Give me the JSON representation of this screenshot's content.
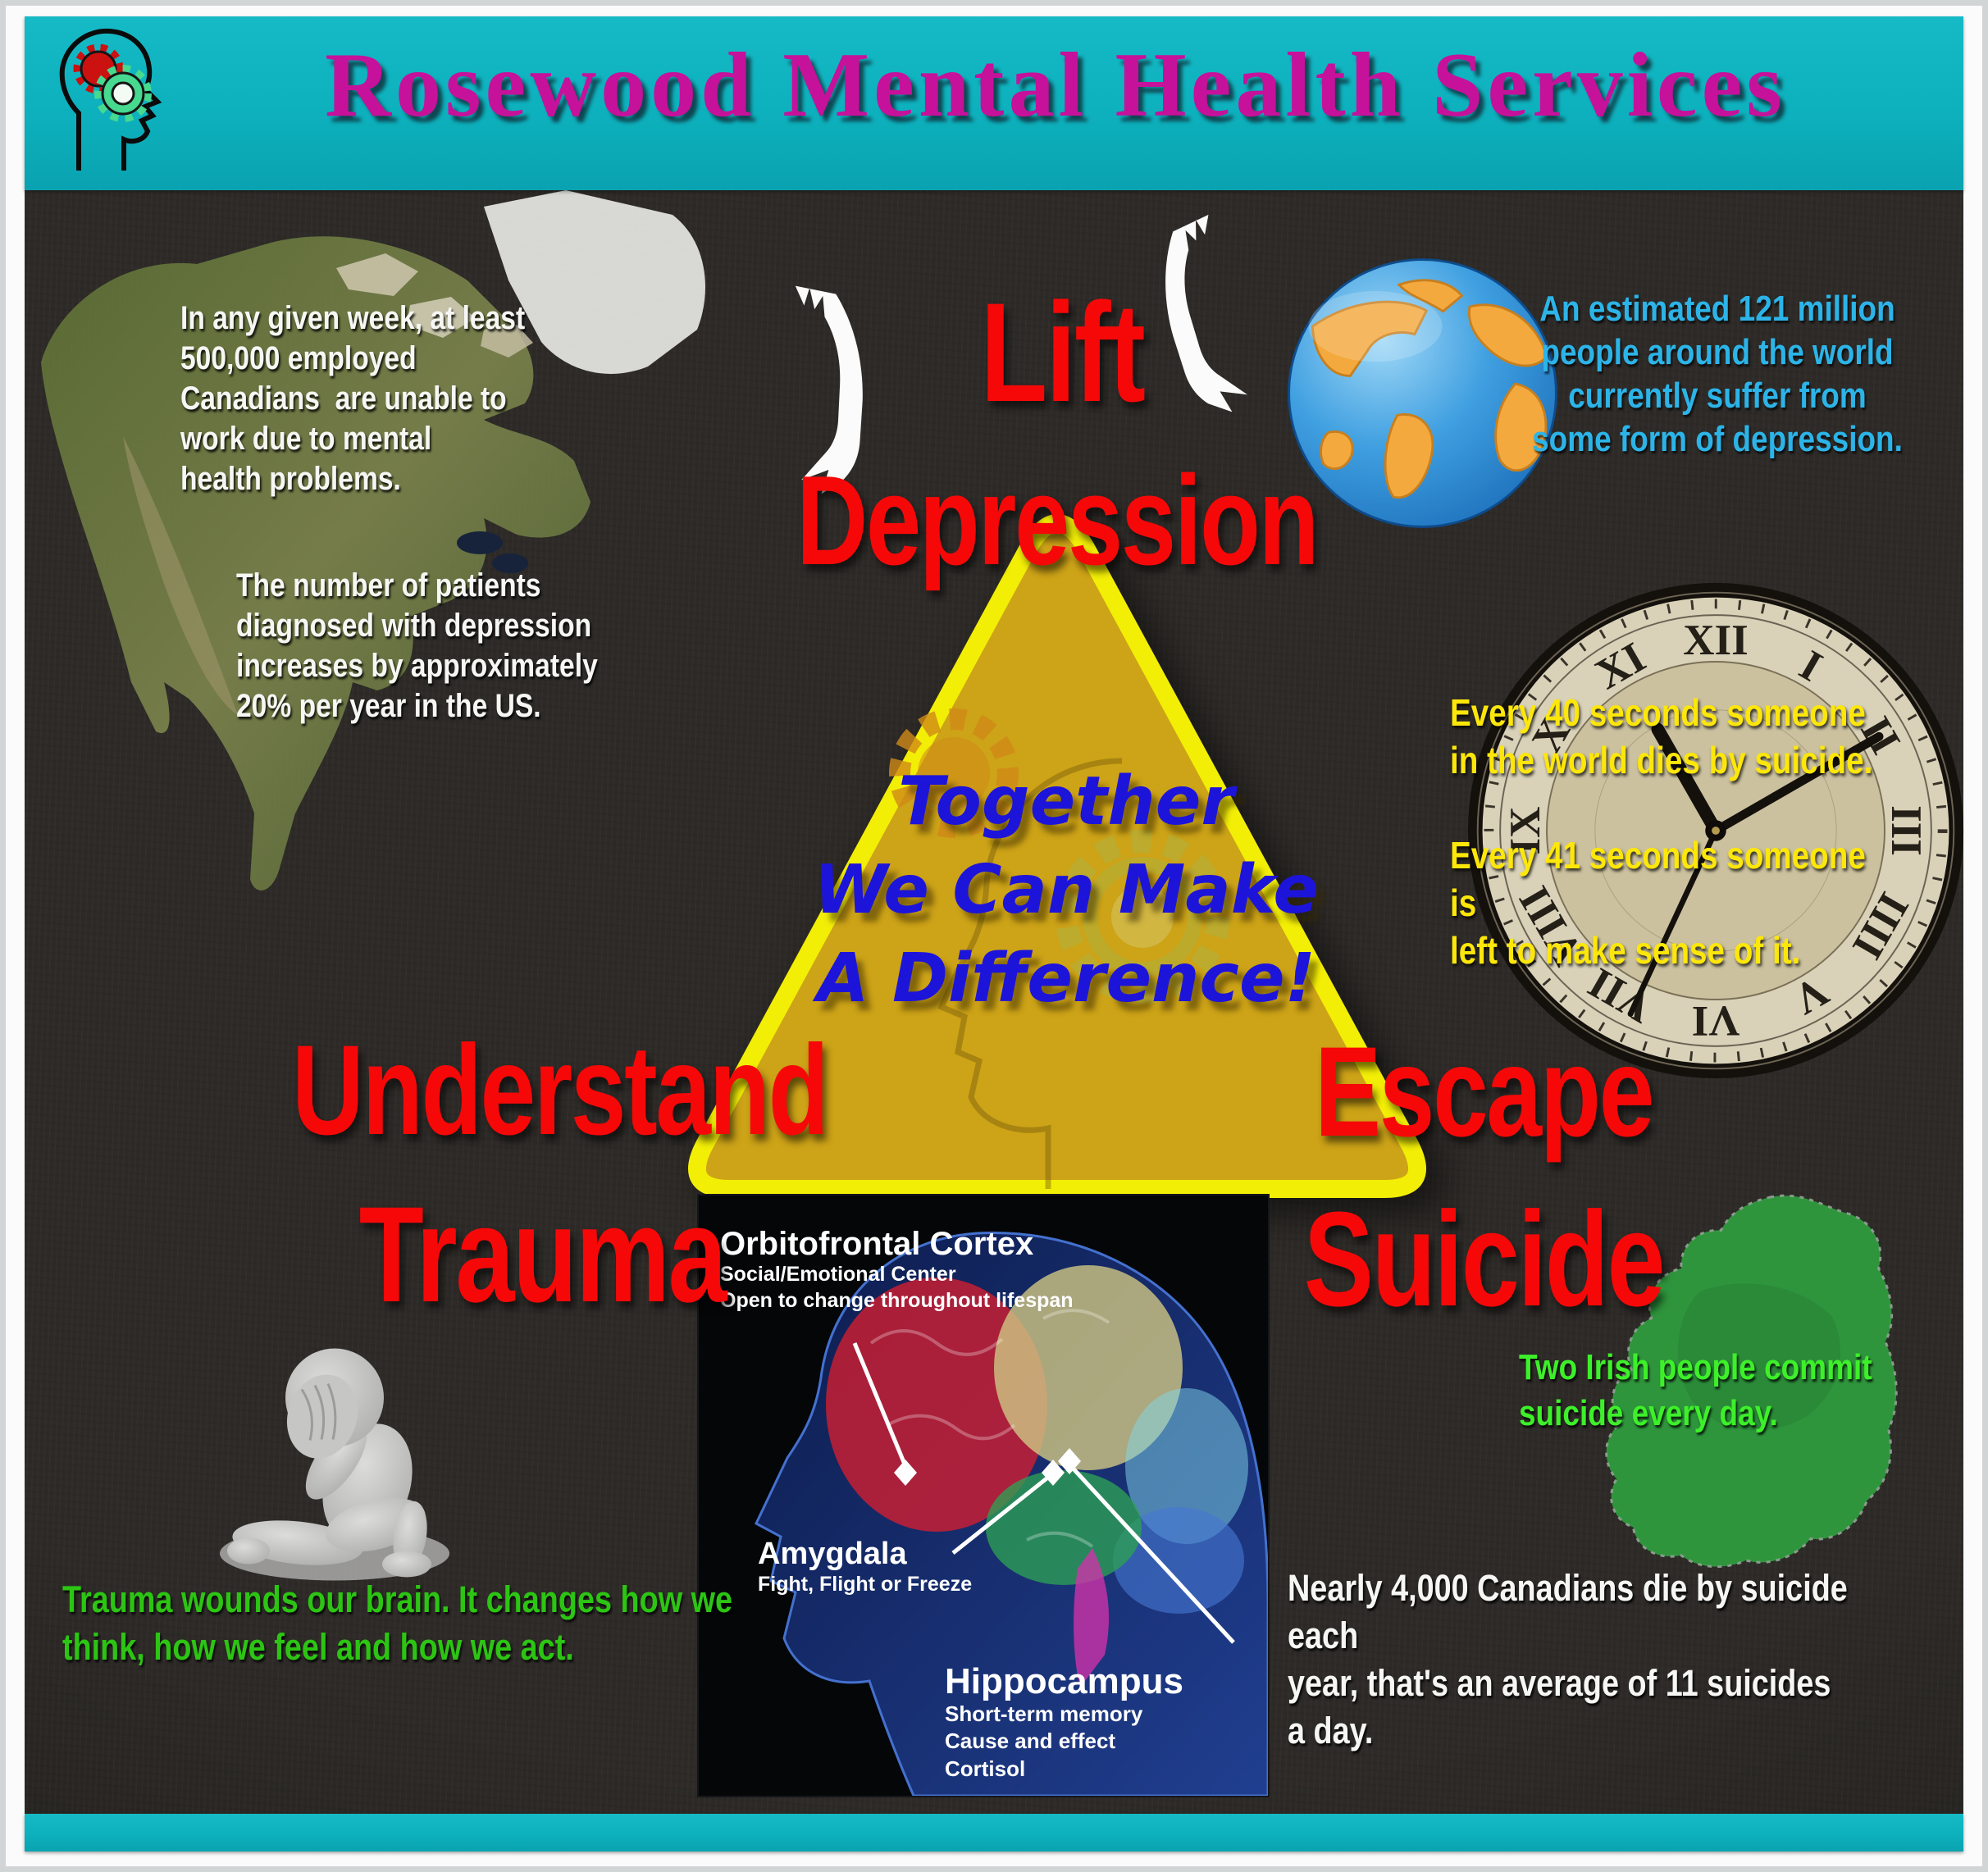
{
  "title": "Rosewood Mental Health Services",
  "colors": {
    "header_teal": "#0db1bd",
    "title_magenta": "#c6119b",
    "heading_red": "#f60808",
    "stat_white": "#f6f6f3",
    "stat_blue": "#2cb4e8",
    "stat_yellow": "#fde70a",
    "stat_green": "#2cc513",
    "irish_green": "#3df02a",
    "triangle_fill": "#cda317",
    "triangle_edge": "#f2ee06",
    "message_blue": "#1d14da"
  },
  "headings": {
    "lift": "Lift",
    "depression": "Depression",
    "understand": "Understand",
    "trauma": "Trauma",
    "escape": "Escape",
    "suicide": "Suicide"
  },
  "stats": {
    "canada_work": "In any given week, at least\n500,000 employed\nCanadians  are unable to\nwork due to mental\nhealth problems.",
    "us_depression": "The number of patients\ndiagnosed with depression\nincreases by approximately\n20% per year in the US.",
    "world_depression": "An estimated 121 million\npeople around the world\ncurrently suffer from\nsome form of depression.",
    "suicide_40s": "Every 40 seconds someone\nin the world dies by suicide.",
    "suicide_41s": "Every 41 seconds someone is\nleft to make sense of it.",
    "trauma_brain": "Trauma wounds our brain. It changes how we\nthink, how we feel and how we act.",
    "ireland_suicide": "Two Irish people commit\nsuicide every day.",
    "canada_suicide": "Nearly 4,000 Canadians die by suicide each\nyear, that's an average of 11 suicides a day."
  },
  "triangle": {
    "message": "Together\nWe Can Make\nA Difference!"
  },
  "brain_diagram": {
    "orbitofrontal_title": "Orbitofrontal Cortex",
    "orbitofrontal_sub": "Social/Emotional Center\nOpen to change throughout lifespan",
    "amygdala_title": "Amygdala",
    "amygdala_sub": "Fight, Flight or Freeze",
    "hippocampus_title": "Hippocampus",
    "hippocampus_sub": "Short-term memory\nCause and effect\nCortisol"
  },
  "clock": {
    "numerals": [
      "XII",
      "I",
      "II",
      "III",
      "IIII",
      "V",
      "VI",
      "VII",
      "VIII",
      "IX",
      "X",
      "XI"
    ]
  },
  "icons": {
    "logo": "head-with-gears-icon",
    "bird": "flying-bird-icon",
    "globe": "globe-icon",
    "clock": "antique-clock-icon",
    "sad_figure": "grieving-figure-icon",
    "north_america": "north-america-map",
    "ireland": "ireland-map",
    "brain": "brain-diagram-image"
  }
}
